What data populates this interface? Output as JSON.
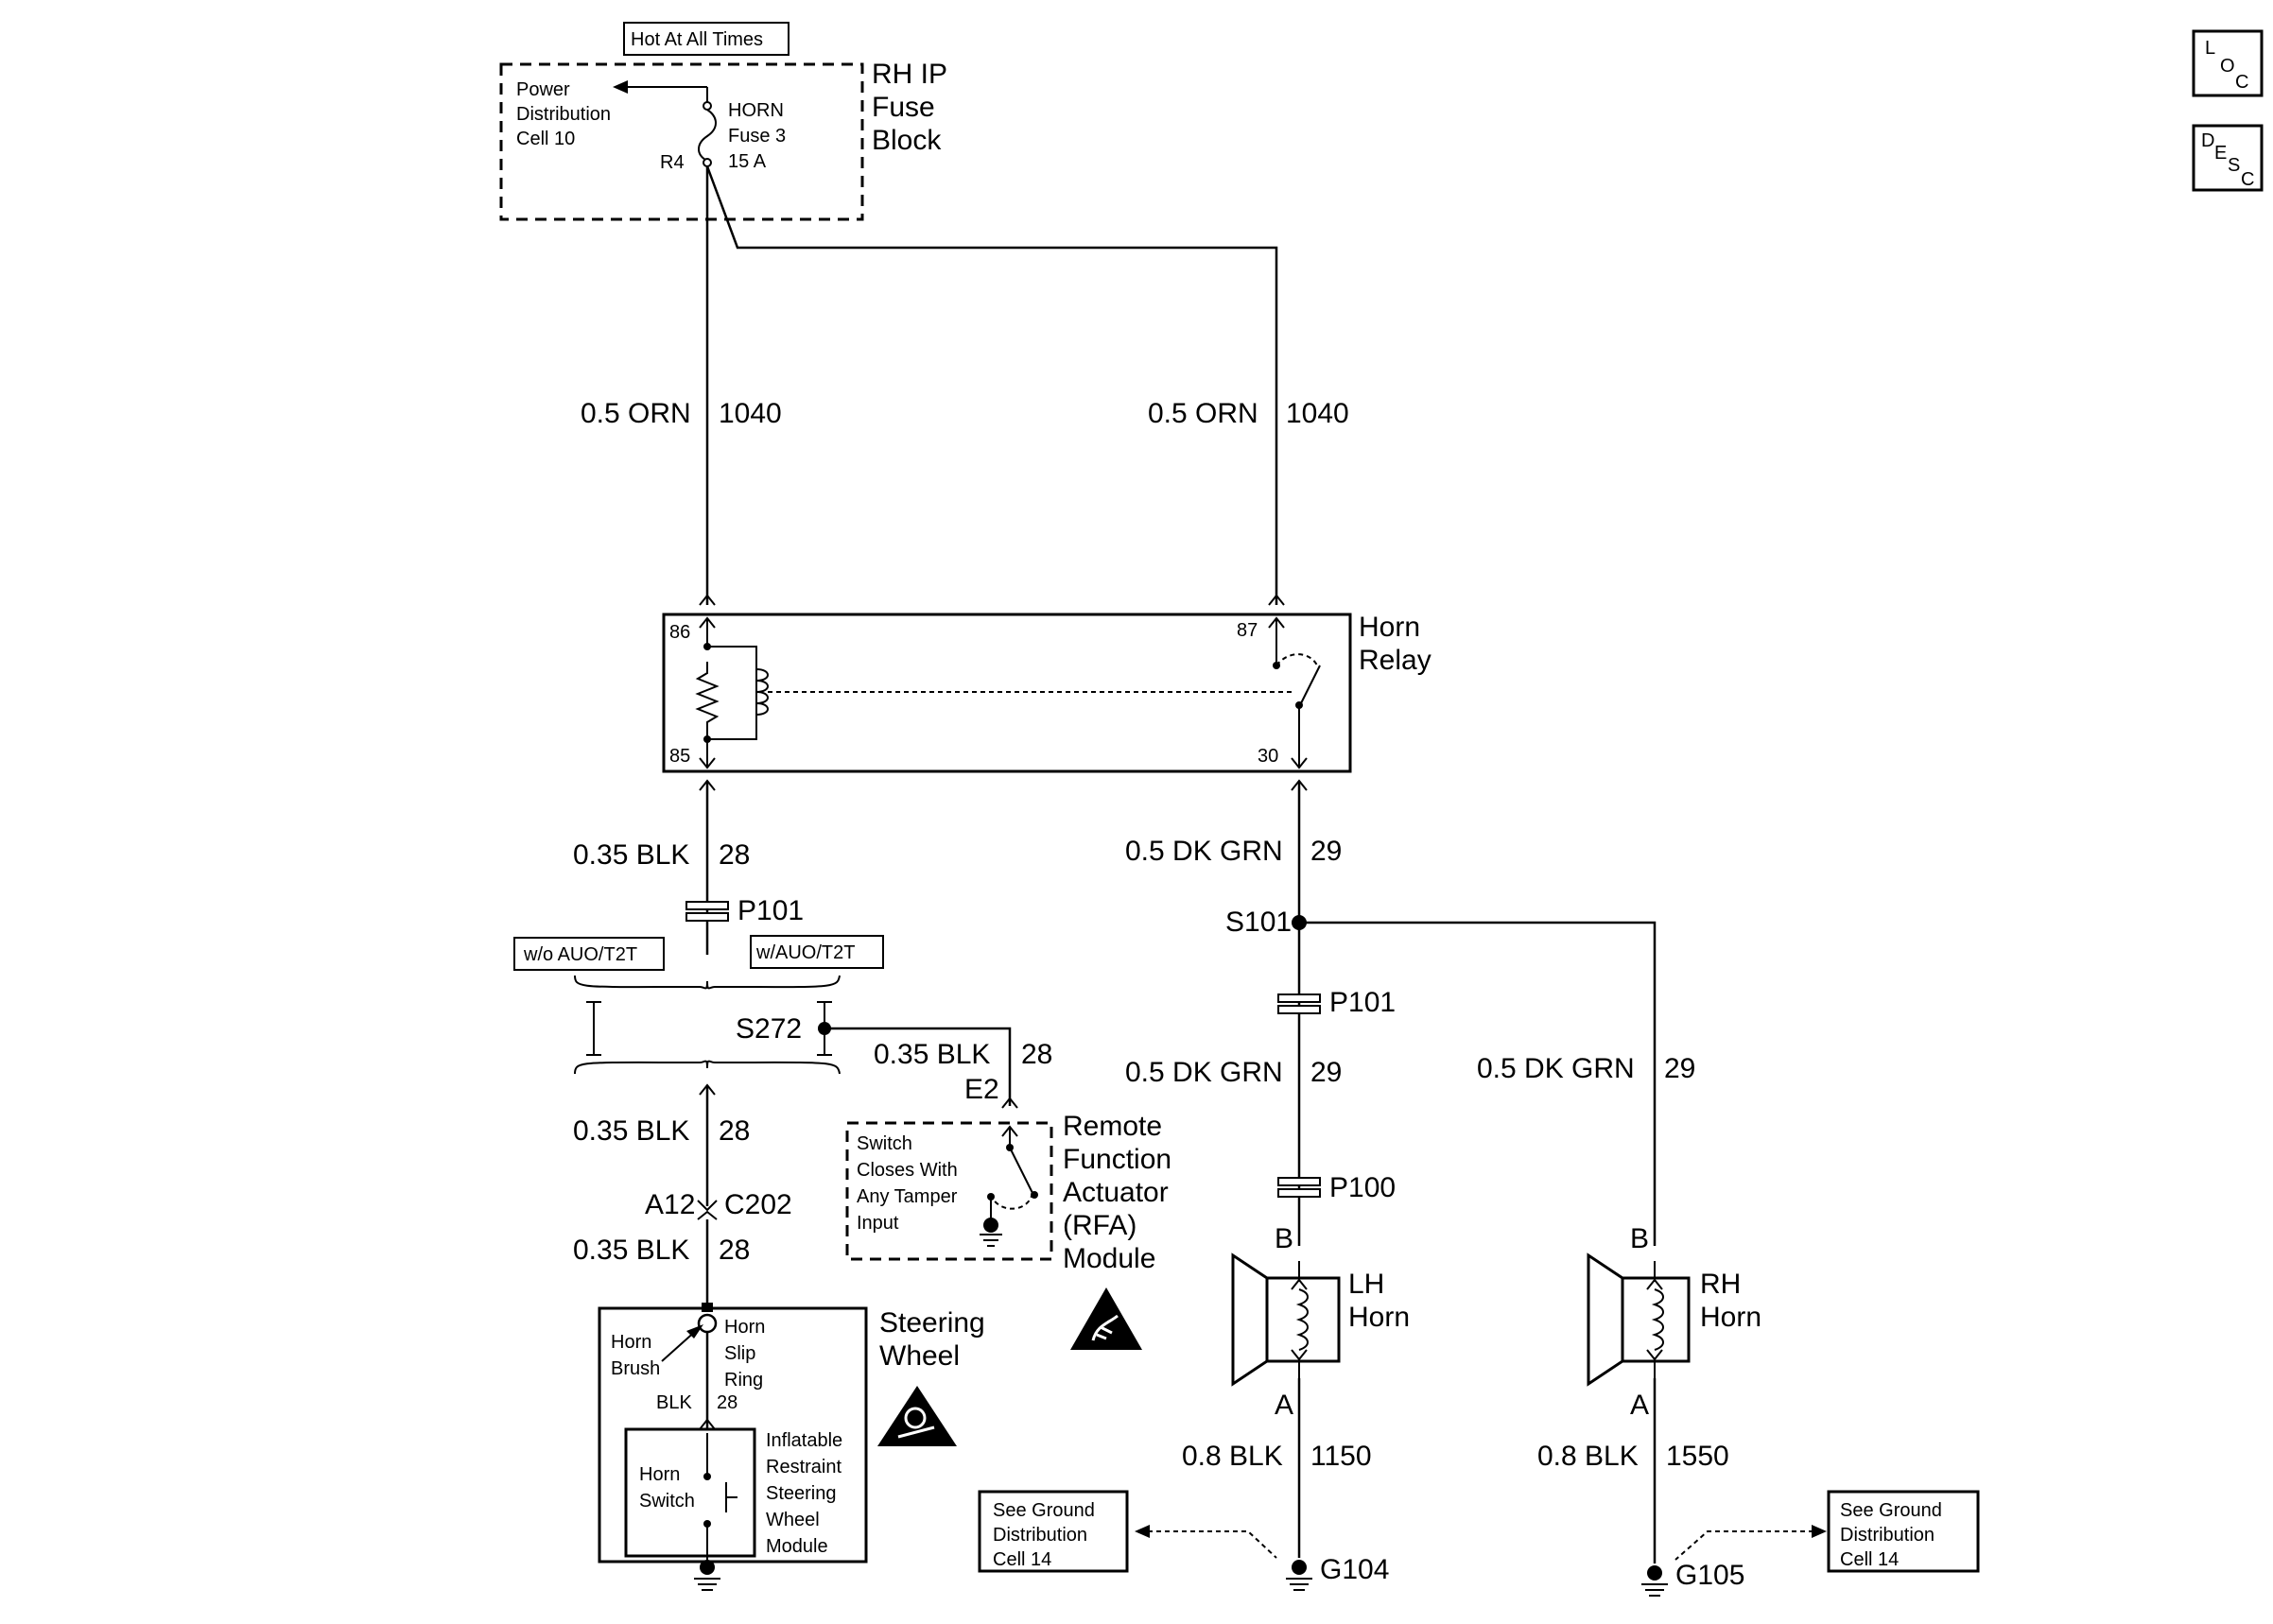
{
  "power": {
    "hot_label": "Hot At All Times",
    "pd_line1": "Power",
    "pd_line2": "Distribution",
    "pd_line3": "Cell 10",
    "fuse_line1": "HORN",
    "fuse_line2": "Fuse 3",
    "fuse_line3": "15 A",
    "fuse_pin": "R4",
    "block_line1": "RH IP",
    "block_line2": "Fuse",
    "block_line3": "Block"
  },
  "wires": {
    "left_orn": "0.5 ORN",
    "left_orn_circuit": "1040",
    "right_orn": "0.5 ORN",
    "right_orn_circuit": "1040",
    "blk1": "0.35 BLK",
    "blk1_circuit": "28",
    "dkgrn1": "0.5 DK GRN",
    "dkgrn1_circuit": "29",
    "blk_s272": "0.35 BLK",
    "blk_s272_circuit": "28",
    "dkgrn2": "0.5 DK GRN",
    "dkgrn2_circuit": "29",
    "dkgrn3": "0.5 DK GRN",
    "dkgrn3_circuit": "29",
    "blk2": "0.35 BLK",
    "blk2_circuit": "28",
    "blk3": "0.35 BLK",
    "blk3_circuit": "28",
    "lh_gnd": "0.8 BLK",
    "lh_gnd_circuit": "1150",
    "rh_gnd": "0.8 BLK",
    "rh_gnd_circuit": "1550"
  },
  "relay": {
    "line1": "Horn",
    "line2": "Relay",
    "pin86": "86",
    "pin85": "85",
    "pin87": "87",
    "pin30": "30"
  },
  "connectors": {
    "p101_left": "P101",
    "s101": "S101",
    "p101_right": "P101",
    "p100": "P100",
    "s272": "S272",
    "e2": "E2",
    "a12": "A12",
    "c202": "C202",
    "g104": "G104",
    "g105": "G105"
  },
  "options": {
    "without": "w/o AUO/T2T",
    "with": "w/AUO/T2T"
  },
  "rfa": {
    "note1": "Switch",
    "note2": "Closes With",
    "note3": "Any Tamper",
    "note4": "Input",
    "line1": "Remote",
    "line2": "Function",
    "line3": "Actuator",
    "line4": "(RFA)",
    "line5": "Module"
  },
  "steering": {
    "line1": "Steering",
    "line2": "Wheel",
    "brush1": "Horn",
    "brush2": "Brush",
    "slip1": "Horn",
    "slip2": "Slip",
    "slip3": "Ring",
    "wire_color": "BLK",
    "wire_circuit": "28",
    "switch1": "Horn",
    "switch2": "Switch",
    "module1": "Inflatable",
    "module2": "Restraint",
    "module3": "Steering",
    "module4": "Wheel",
    "module5": "Module"
  },
  "horns": {
    "lh1": "LH",
    "lh2": "Horn",
    "rh1": "RH",
    "rh2": "Horn",
    "lh_pin_b": "B",
    "lh_pin_a": "A",
    "rh_pin_b": "B",
    "rh_pin_a": "A"
  },
  "ground_refs": {
    "left1": "See Ground",
    "left2": "Distribution",
    "left3": "Cell 14",
    "right1": "See Ground",
    "right2": "Distribution",
    "right3": "Cell 14"
  },
  "icons": {
    "loc1": "L",
    "loc2": "O",
    "loc3": "C",
    "desc1": "D",
    "desc2": "E",
    "desc3": "S",
    "desc4": "C"
  }
}
